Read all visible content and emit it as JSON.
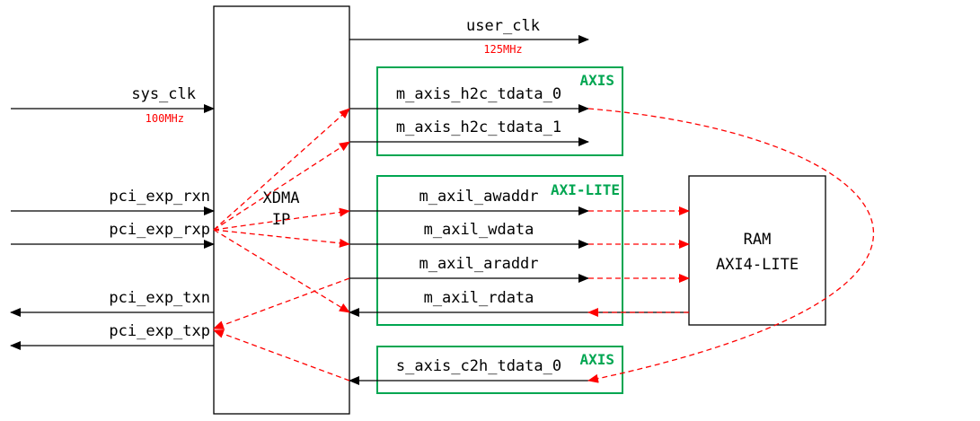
{
  "colors": {
    "line": "#000000",
    "group_box": "#00a651",
    "dashed_flow": "#ff0000"
  },
  "ip": {
    "line1": "XDMA",
    "line2": "IP"
  },
  "ram": {
    "line1": "RAM",
    "line2": "AXI4-LITE"
  },
  "inputs": {
    "sys_clk": "sys_clk",
    "sys_clk_freq": "100MHz",
    "rxn": "pci_exp_rxn",
    "rxp": "pci_exp_rxp"
  },
  "outputs": {
    "txn": "pci_exp_txn",
    "txp": "pci_exp_txp"
  },
  "user_clk": {
    "label": "user_clk",
    "freq": "125MHz"
  },
  "axis_h2c": {
    "tag": "AXIS",
    "sig0": "m_axis_h2c_tdata_0",
    "sig1": "m_axis_h2c_tdata_1"
  },
  "axil": {
    "tag": "AXI-LITE",
    "awaddr": "m_axil_awaddr",
    "wdata": "m_axil_wdata",
    "araddr": "m_axil_araddr",
    "rdata": "m_axil_rdata"
  },
  "axis_c2h": {
    "tag": "AXIS",
    "sig0": "s_axis_c2h_tdata_0"
  }
}
